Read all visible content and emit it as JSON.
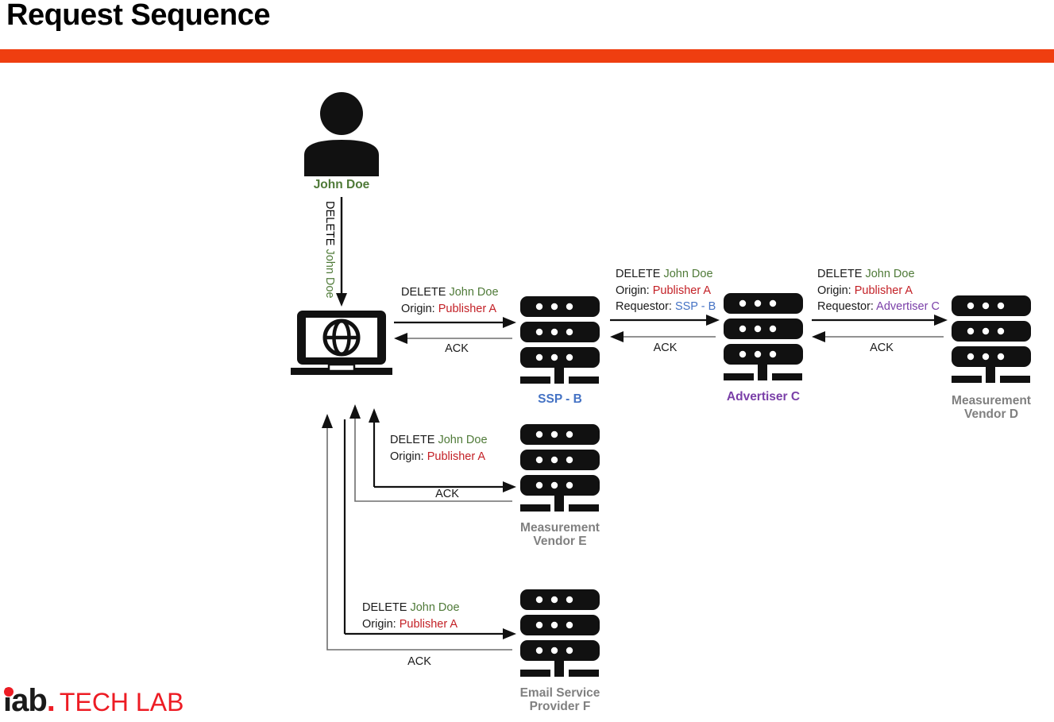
{
  "header": {
    "title": "Request Sequence",
    "rule_color": "#ef3e10"
  },
  "colors": {
    "subject_green": "#4f7a38",
    "origin_red": "#c32026",
    "ssp_blue": "#4472c4",
    "advertiser_purple": "#7a3fa8",
    "vendor_gray": "#808080",
    "line_black": "#111111",
    "line_gray": "#6e6e6e"
  },
  "nodes": {
    "user": {
      "label": "John Doe",
      "icon": "person-icon",
      "color": "#4f7a38"
    },
    "browser": {
      "label": "",
      "icon": "laptop-globe-icon"
    },
    "ssp_b": {
      "label": "SSP - B",
      "icon": "server-icon",
      "color": "#4472c4"
    },
    "advertiser_c": {
      "label": "Advertiser C",
      "icon": "server-icon",
      "color": "#7a3fa8"
    },
    "vendor_d": {
      "label": "Measurement\nVendor D",
      "icon": "server-icon",
      "color": "#808080"
    },
    "vendor_e": {
      "label": "Measurement\nVendor E",
      "icon": "server-icon",
      "color": "#808080"
    },
    "esp_f": {
      "label": "Email Service\nProvider F",
      "icon": "server-icon",
      "color": "#808080"
    }
  },
  "messages": {
    "user_to_browser": {
      "verb": "DELETE",
      "subject": "John Doe",
      "orientation": "vertical"
    },
    "browser_to_ssp": {
      "line1_verb": "DELETE",
      "line1_subject": "John Doe",
      "line2_key": "Origin: ",
      "line2_value": "Publisher A",
      "ack": "ACK"
    },
    "ssp_to_advertiser": {
      "line1_verb": "DELETE",
      "line1_subject": "John Doe",
      "line2_key": "Origin: ",
      "line2_value": "Publisher A",
      "line3_key": "Requestor: ",
      "line3_value": "SSP - B",
      "ack": "ACK"
    },
    "advertiser_to_vendor_d": {
      "line1_verb": "DELETE",
      "line1_subject": "John Doe",
      "line2_key": "Origin: ",
      "line2_value": "Publisher A",
      "line3_key": "Requestor: ",
      "line3_value": "Advertiser C",
      "ack": "ACK"
    },
    "browser_to_vendor_e": {
      "line1_verb": "DELETE",
      "line1_subject": "John Doe",
      "line2_key": "Origin: ",
      "line2_value": "Publisher A",
      "ack": "ACK"
    },
    "browser_to_esp_f": {
      "line1_verb": "DELETE",
      "line1_subject": "John Doe",
      "line2_key": "Origin: ",
      "line2_value": "Publisher A",
      "ack": "ACK"
    }
  },
  "logo": {
    "mark": "iab",
    "period": ".",
    "wordmark": "TECH LAB",
    "color": "#ed1c24"
  }
}
